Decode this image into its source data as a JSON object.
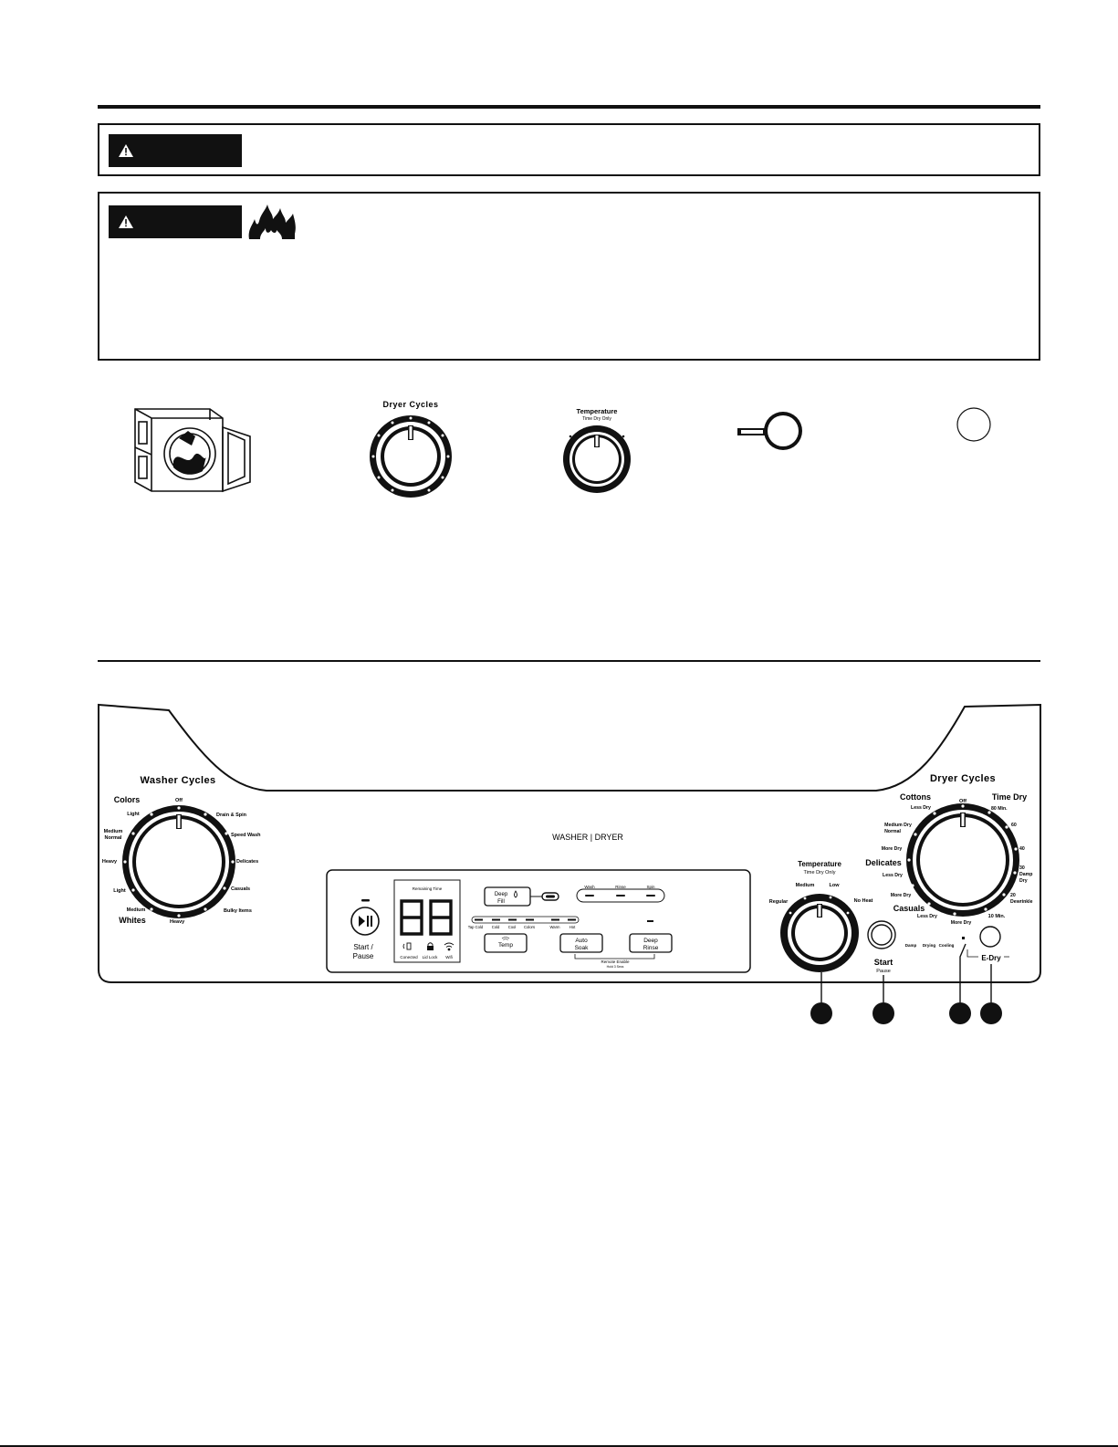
{
  "page": {
    "bottom_rule_color": "#111111"
  },
  "warning_box_1": {
    "icon": "warning-triangle-icon",
    "text": ""
  },
  "warning_box_2": {
    "icon": "warning-triangle-icon",
    "fire_icon": "fire-hazard-icon",
    "text": ""
  },
  "feature_icons": {
    "dryer_cycles_label": "Dryer Cycles",
    "temperature_label": "Temperature",
    "temperature_sublabel": "Time Dry Only"
  },
  "panel": {
    "brand_label": "WASHER | DRYER",
    "washer": {
      "title": "Washer Cycles",
      "colors_label": "Colors",
      "whites_label": "Whites",
      "off_label": "Off",
      "left_labels": [
        "Light",
        "Medium\nNormal",
        "Heavy",
        "Light",
        "Medium"
      ],
      "right_labels": [
        "Drain & Spin",
        "Speed Wash",
        "Delicates",
        "Casuals",
        "Bulky Items",
        "Heavy"
      ]
    },
    "display": {
      "remaining_time_label": "Remaining Time",
      "digits": "88",
      "start_pause_label": "Start /\nPause",
      "status_labels": [
        "Conected",
        "Lid Lock",
        "Wifi"
      ],
      "deep_fill_label": "Deep\nFill",
      "stage_labels": [
        "Wash",
        "Rinse",
        "Spin"
      ],
      "temp_labels": [
        "Tap Cold",
        "Cold",
        "Cool",
        "Colors",
        "Warm",
        "Hot"
      ],
      "temp_button": "Temp",
      "auto_soak_button": "Auto\nSoak",
      "deep_rinse_button": "Deep\nRinse",
      "remote_enable_label": "Remote Enable",
      "remote_enable_sub": "Hold 3 Secs"
    },
    "dryer_temp": {
      "title": "Temperature",
      "subtitle": "Time Dry Only",
      "labels": [
        "Regular",
        "Medium",
        "Low",
        "No Heat"
      ]
    },
    "start": {
      "label": "Start",
      "sub": "Pause"
    },
    "status_lights": [
      "Damp",
      "Drying",
      "Cooling"
    ],
    "edry": {
      "label": "E-Dry",
      "time_label": "10 Min."
    },
    "dryer": {
      "title": "Dryer Cycles",
      "off_label": "Off",
      "cottons_label": "Cottons",
      "delicates_label": "Delicates",
      "casuals_label": "Casuals",
      "time_dry_label": "Time Dry",
      "left_labels": [
        "Less Dry",
        "Medium Dry\nNormal",
        "More Dry",
        "Less Dry",
        "More Dry",
        "Less Dry",
        "More Dry"
      ],
      "right_labels": [
        "80 Min.",
        "60",
        "40",
        "30\nDamp\nDry",
        "20\nDewrinkle"
      ]
    }
  }
}
